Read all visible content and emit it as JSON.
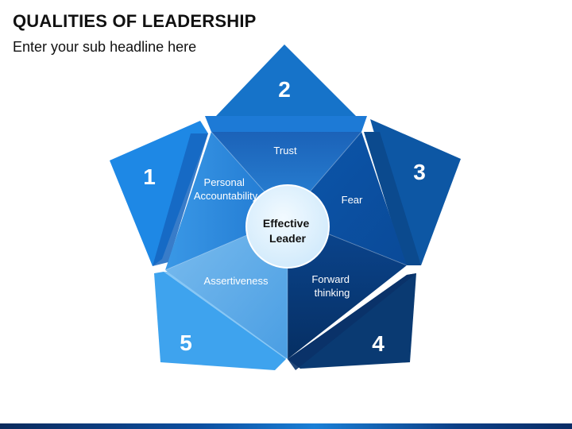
{
  "header": {
    "title": "QUALITIES OF LEADERSHIP",
    "subtitle": "Enter your sub headline here"
  },
  "diagram": {
    "center": [
      "Effective",
      "Leader"
    ],
    "flaps": [
      {
        "number": "1",
        "color": "#1e88e5"
      },
      {
        "number": "2",
        "color": "#1673c9"
      },
      {
        "number": "3",
        "color": "#0d57a4"
      },
      {
        "number": "4",
        "color": "#0a3a72"
      },
      {
        "number": "5",
        "color": "#3ea3ee"
      }
    ],
    "qualities": [
      {
        "lines": [
          "Trust"
        ]
      },
      {
        "lines": [
          "Fear"
        ]
      },
      {
        "lines": [
          "Forward",
          "thinking"
        ]
      },
      {
        "lines": [
          "Assertiveness"
        ]
      },
      {
        "lines": [
          "Personal",
          "Accountability"
        ]
      }
    ],
    "colors": {
      "center_fill": "#dcf0fd",
      "wedge_trust": "#1a6cc4",
      "wedge_fear": "#0f5bb0",
      "wedge_forward": "#0a3f82",
      "wedge_assert": "#58a9e6",
      "wedge_personal": "#2b87d9"
    }
  }
}
